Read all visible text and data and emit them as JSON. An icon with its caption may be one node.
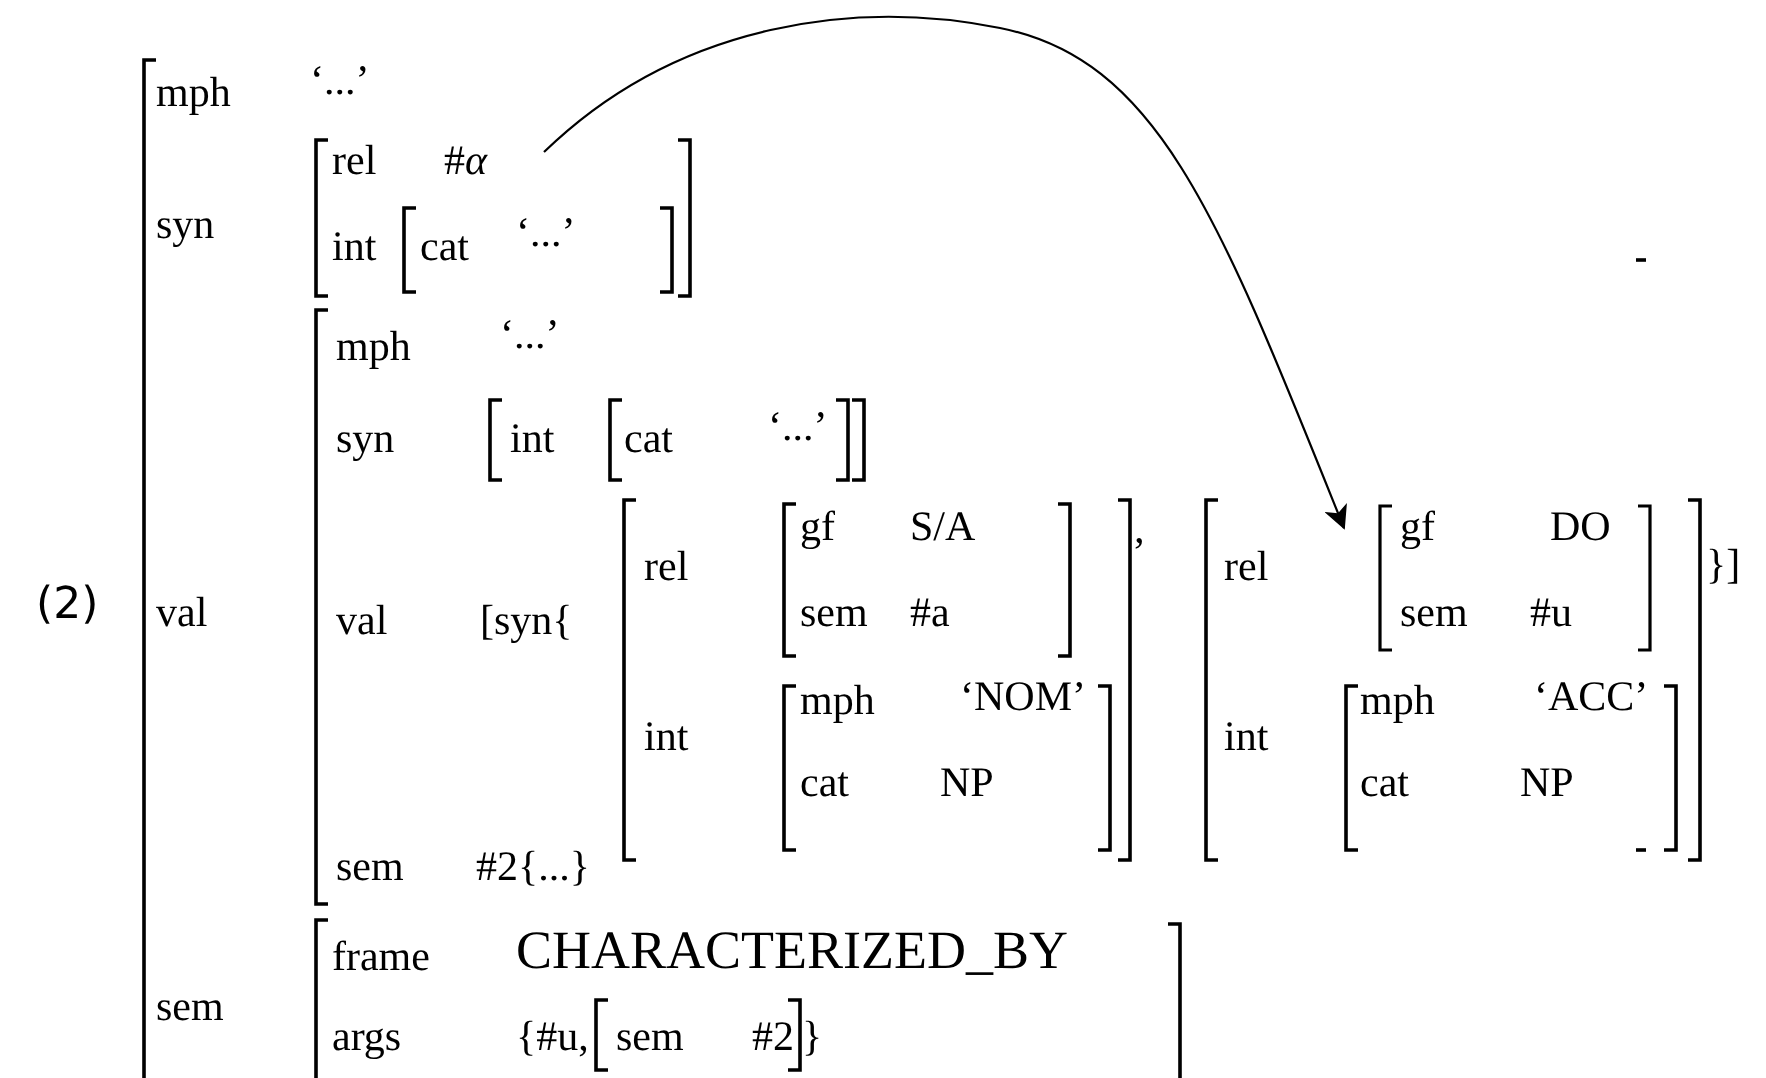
{
  "diagram": {
    "nodes": [
      {
        "text": [
          "#*α*"
        ]
      },
      {
        "text": [
          "gf",
          "DO",
          "sem",
          "#u"
        ]
      }
    ],
    "edges": [
      {
        "from": 0,
        "to": 1,
        "arrow": "to"
      }
    ],
    "labels": [
      "(2)",
      "mph",
      "‘...’",
      "syn",
      "rel",
      "int",
      "cat",
      "‘...’",
      "mph",
      "‘...’",
      "syn",
      "int",
      "cat",
      "‘...’",
      "val",
      "val",
      "[syn{",
      "rel",
      "gf",
      "S/A",
      "sem",
      "#a",
      "’",
      "rel",
      "}]",
      "int",
      "mph",
      "‘NOM’",
      "int",
      "mph",
      "‘ACC’",
      "cat",
      "NP",
      "cat",
      "NP",
      "sem",
      "#2{...}",
      "sem",
      "frame",
      "CHARACTERIZED_BY",
      "args",
      "{#u,",
      "sem",
      "#2",
      "}"
    ]
  }
}
